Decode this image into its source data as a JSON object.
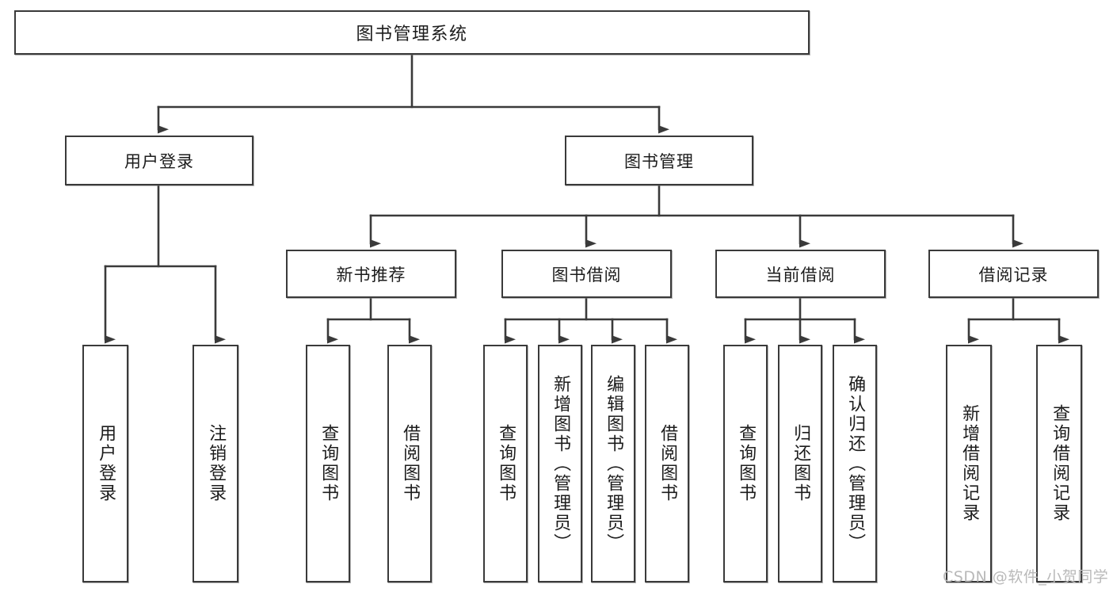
{
  "diagram": {
    "type": "tree-hierarchy",
    "title": "图书管理系统",
    "root": {
      "label": "图书管理系统",
      "children": [
        {
          "label": "用户登录",
          "children": [
            {
              "label": "用户登录"
            },
            {
              "label": "注销登录"
            }
          ]
        },
        {
          "label": "图书管理",
          "children": [
            {
              "label": "新书推荐",
              "children": [
                {
                  "label": "查询图书"
                },
                {
                  "label": "借阅图书"
                }
              ]
            },
            {
              "label": "图书借阅",
              "children": [
                {
                  "label": "查询图书"
                },
                {
                  "label": "新增图书（管理员）"
                },
                {
                  "label": "编辑图书（管理员）"
                },
                {
                  "label": "借阅图书"
                }
              ]
            },
            {
              "label": "当前借阅",
              "children": [
                {
                  "label": "查询图书"
                },
                {
                  "label": "归还图书"
                },
                {
                  "label": "确认归还（管理员）"
                }
              ]
            },
            {
              "label": "借阅记录",
              "children": [
                {
                  "label": "新增借阅记录"
                },
                {
                  "label": "查询借阅记录"
                }
              ]
            }
          ]
        }
      ]
    }
  },
  "nodes": {
    "root": "图书管理系统",
    "user_login": "用户登录",
    "book_mgmt": "图书管理",
    "leaf_user_login": "用户登录",
    "leaf_logout": "注销登录",
    "new_book_rec": "新书推荐",
    "nbr_query": "查询图书",
    "nbr_borrow": "借阅图书",
    "book_borrow": "图书借阅",
    "bb_query": "查询图书",
    "bb_add": "新增图书（管理员）",
    "bb_edit": "编辑图书（管理员）",
    "bb_borrow": "借阅图书",
    "current_borrow": "当前借阅",
    "cb_query": "查询图书",
    "cb_return": "归还图书",
    "cb_confirm": "确认归还（管理员）",
    "borrow_record": "借阅记录",
    "br_add": "新增借阅记录",
    "br_query": "查询借阅记录"
  },
  "watermark": {
    "text": "CSDN @软件_小贺同学"
  },
  "colors": {
    "background": "#ffffff",
    "box_fill": "#ffffff",
    "box_stroke": "#3a3a3a",
    "text": "#1c1c1c",
    "connector": "#3a3a3a",
    "watermark": "#b9b9b9"
  }
}
